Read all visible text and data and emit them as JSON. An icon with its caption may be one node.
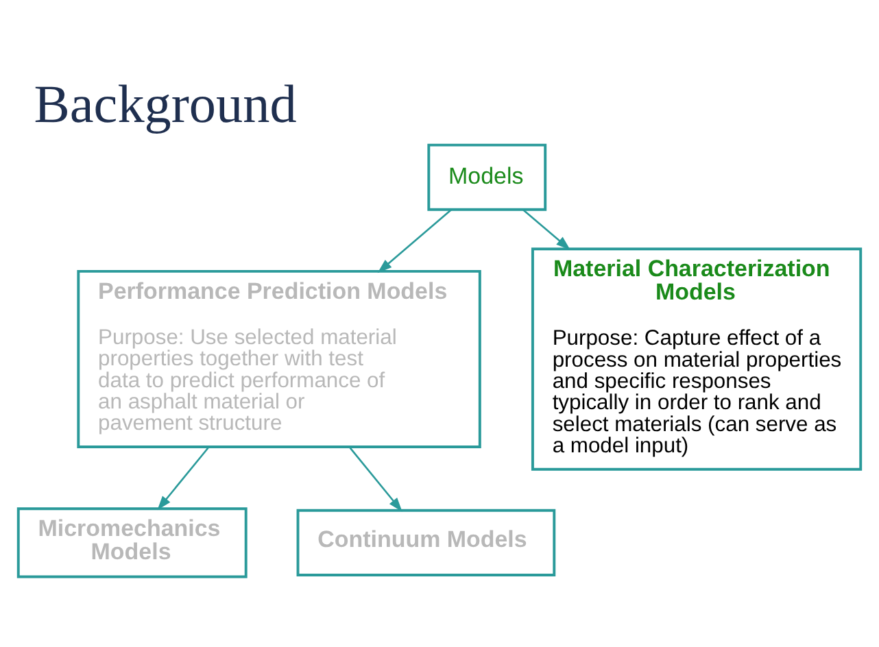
{
  "diagram": {
    "title": "Background",
    "nodes": [
      {
        "text": [
          "Models"
        ]
      },
      {
        "text": [
          "Performance Prediction Models",
          "Purpose: Use selected material properties together with test data to predict performance of an asphalt material or pavement structure"
        ]
      },
      {
        "text": [
          "Material Characterization Models",
          "Purpose: Capture effect of a process on material properties and specific responses typically in order to rank and select materials (can serve as a model input)"
        ]
      },
      {
        "text": [
          "Micromechanics Models"
        ]
      },
      {
        "text": [
          "Continuum Models"
        ]
      }
    ],
    "edges": [
      {
        "from": 0,
        "to": 1,
        "arrow": "to"
      },
      {
        "from": 0,
        "to": 2,
        "arrow": "to"
      },
      {
        "from": 1,
        "to": 3,
        "arrow": "to"
      },
      {
        "from": 1,
        "to": 4,
        "arrow": "to"
      }
    ]
  }
}
